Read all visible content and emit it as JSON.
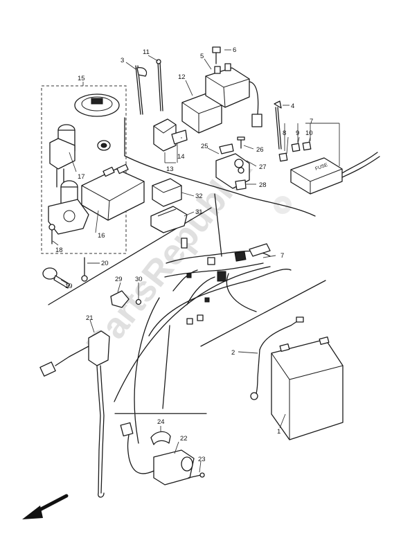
{
  "diagram": {
    "part_numbers": [
      "1",
      "2",
      "3",
      "4",
      "5",
      "6",
      "7",
      "7",
      "8",
      "9",
      "10",
      "11",
      "12",
      "13",
      "14",
      "15",
      "16",
      "17",
      "18",
      "19",
      "20",
      "21",
      "22",
      "23",
      "24",
      "25",
      "26",
      "27",
      "28",
      "29",
      "30",
      "31",
      "32"
    ],
    "fuse_box_text": "FUSE",
    "watermark_text": "PartsRepublik",
    "direction_arrow": "arrow-front-icon"
  },
  "labels": {
    "p1": "1",
    "p2": "2",
    "p3": "3",
    "p4": "4",
    "p5": "5",
    "p6": "6",
    "p7a": "7",
    "p7b": "7",
    "p8": "8",
    "p9": "9",
    "p10": "10",
    "p11": "11",
    "p12": "12",
    "p13": "13",
    "p14": "14",
    "p15": "15",
    "p16": "16",
    "p17": "17",
    "p18": "18",
    "p19": "19",
    "p20": "20",
    "p21": "21",
    "p22": "22",
    "p23": "23",
    "p24": "24",
    "p25": "25",
    "p26": "26",
    "p27": "27",
    "p28": "28",
    "p29": "29",
    "p30": "30",
    "p31": "31",
    "p32": "32"
  }
}
